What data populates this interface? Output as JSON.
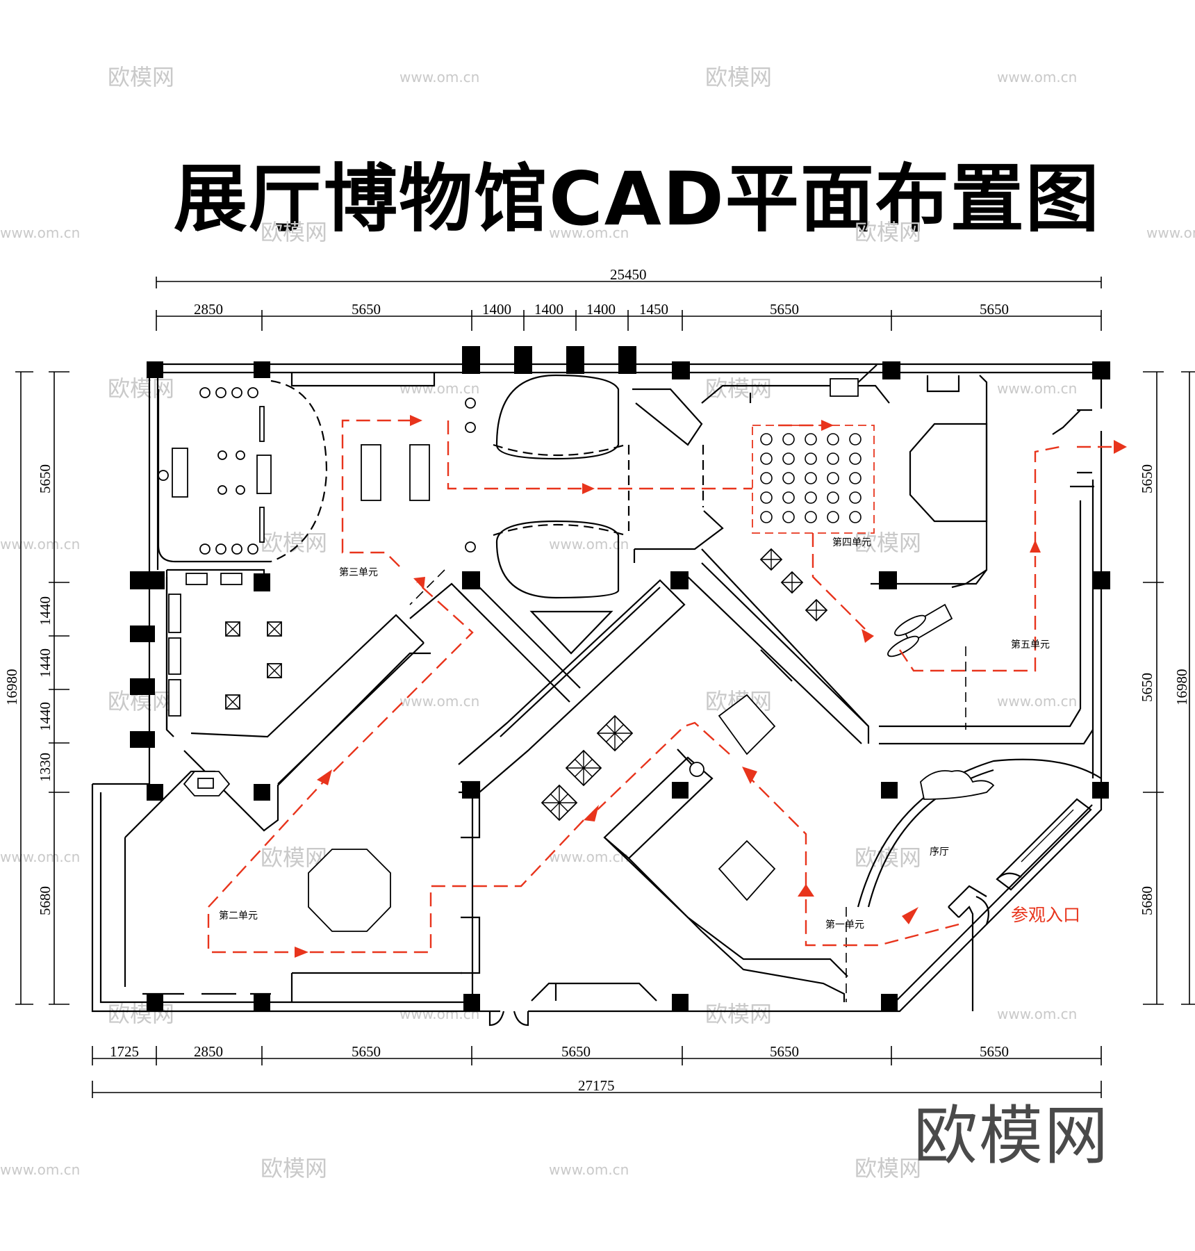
{
  "title": "展厅博物馆CAD平面布置图",
  "brand": "欧模网",
  "watermark": {
    "logo": "欧模网",
    "url": "www.om.cn"
  },
  "colors": {
    "route": "#e8341c",
    "entrance_text": "#e8341c",
    "wall": "#000000"
  },
  "dimensions": {
    "top_overall": "25450",
    "top_segments": [
      "2850",
      "5650",
      "1400",
      "1400",
      "1400",
      "1450",
      "5650",
      "5650"
    ],
    "bottom_overall": "27175",
    "bottom_segments": [
      "1725",
      "2850",
      "5650",
      "5650",
      "5650",
      "5650"
    ],
    "left_overall": "16980",
    "left_segments": [
      "5650",
      "1440",
      "1440",
      "1440",
      "1330",
      "5680"
    ],
    "right_overall": "16980",
    "right_segments": [
      "5650",
      "5650",
      "5680"
    ]
  },
  "rooms": {
    "unit1": "第一单元",
    "unit2": "第二单元",
    "unit3": "第三单元",
    "unit4": "第四单元",
    "unit5": "第五单元",
    "foyer": "序厅",
    "entrance": "参观入口"
  }
}
